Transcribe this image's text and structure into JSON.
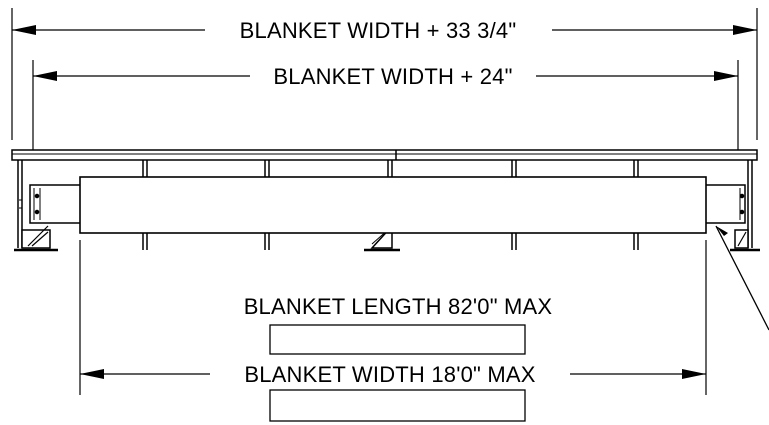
{
  "dimensions": {
    "overall_width": "BLANKET WIDTH + 33 3/4\"",
    "frame_width": "BLANKET WIDTH + 24\"",
    "blanket_length": "BLANKET LENGTH 82'0\" MAX",
    "blanket_width": "BLANKET WIDTH 18'0\" MAX"
  },
  "colors": {
    "ink": "#000000",
    "paper": "#ffffff"
  }
}
